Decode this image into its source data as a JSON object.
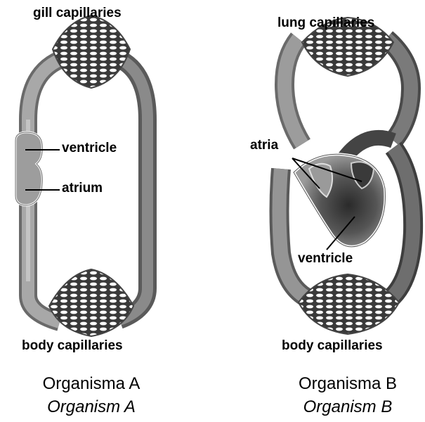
{
  "organism_a": {
    "top_label": "gill capillaries",
    "ventricle_label": "ventricle",
    "atrium_label": "atrium",
    "bottom_label": "body capillaries",
    "caption": "Organisma A",
    "caption_italic": "Organism A"
  },
  "organism_b": {
    "top_label": "lung capillaries",
    "atria_label": "atria",
    "ventricle_label": "ventricle",
    "bottom_label": "body capillaries",
    "caption": "Organisma B",
    "caption_italic": "Organism B"
  }
}
